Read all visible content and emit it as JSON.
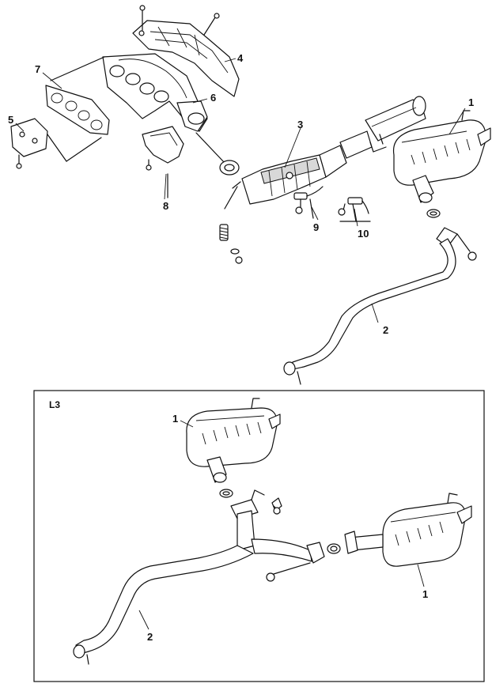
{
  "callouts": {
    "top": [
      "1",
      "2",
      "3",
      "4",
      "5",
      "6",
      "7",
      "8",
      "9",
      "10"
    ],
    "inset": [
      "1",
      "1",
      "2"
    ]
  },
  "inset": {
    "label": "L3"
  },
  "colors": {
    "line": "#111111",
    "background": "#ffffff",
    "shading": "#d8d8d8"
  }
}
